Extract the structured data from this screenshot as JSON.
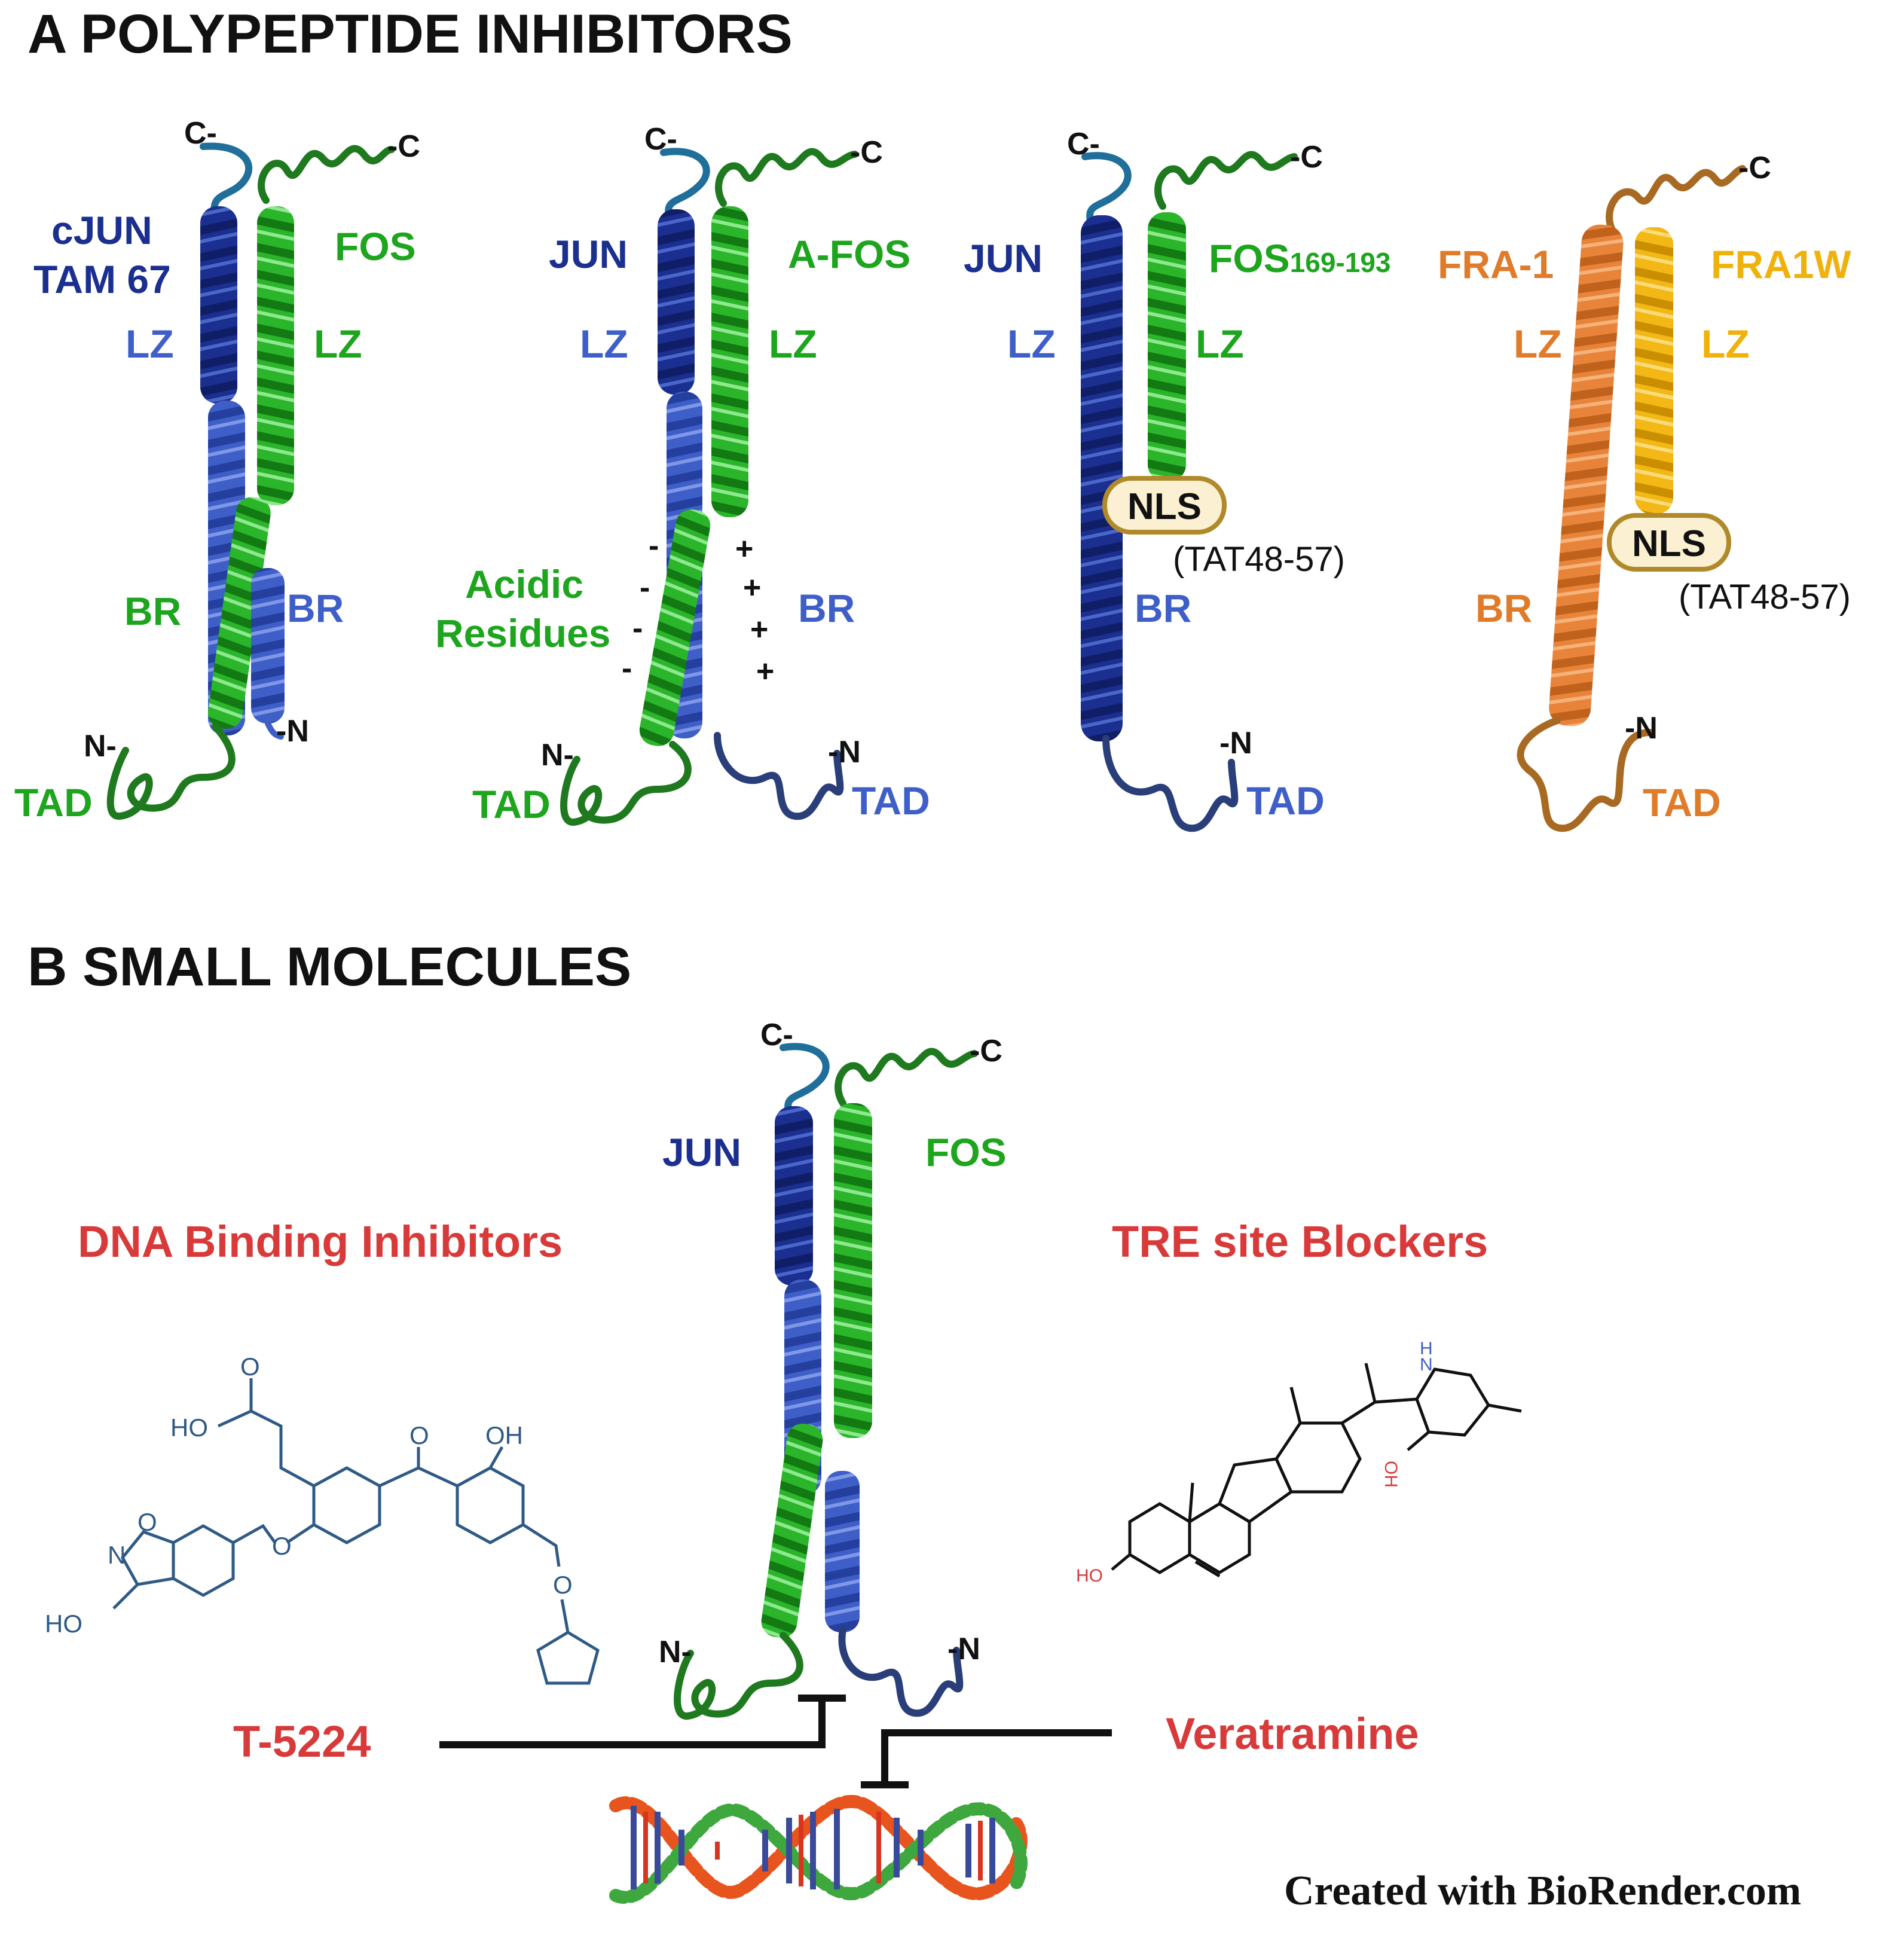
{
  "colors": {
    "jun_dark": "#1a2f8f",
    "jun_light": "#3f5fc8",
    "fos_green": "#1ea51e",
    "fos_light": "#4fd04f",
    "tail_green": "#1f7a1f",
    "tail_blue": "#1f6f9a",
    "navy_tail": "#2a3f7a",
    "orange": "#e07b2a",
    "yellow": "#f0b20a",
    "brown": "#a86a22",
    "red": "#d83a3a",
    "black": "#111111",
    "nls_fill": "#fbf1d2",
    "nls_stroke": "#b08a2a"
  },
  "panel_a": {
    "heading": "A POLYPEPTIDE INHIBITORS",
    "constructs": [
      {
        "c_left": "C-",
        "c_right": "-C",
        "n_left": "N-",
        "n_right": "-N",
        "left_name": "cJUN",
        "left_name2": "TAM 67",
        "right_name": "FOS",
        "lz_left": "LZ",
        "lz_right": "LZ",
        "br_left": "BR",
        "br_right": "BR",
        "tad": "TAD"
      },
      {
        "c_left": "C-",
        "c_right": "-C",
        "n_left": "N-",
        "n_right": "-N",
        "left_name": "JUN",
        "right_name": "A-FOS",
        "lz_left": "LZ",
        "lz_right": "LZ",
        "br_right": "BR",
        "acidic_1": "Acidic",
        "acidic_2": "Residues",
        "minus": "-",
        "plus": "+",
        "tad_left": "TAD",
        "tad_right": "TAD"
      },
      {
        "c_left": "C-",
        "c_right": "-C",
        "n_right": "-N",
        "left_name": "JUN",
        "right_name": "FOS",
        "right_sub": "169-193",
        "lz_left": "LZ",
        "lz_right": "LZ",
        "br_left": "BR",
        "nls": "NLS",
        "tat": "(TAT48-57)",
        "tad": "TAD"
      },
      {
        "c_right": "-C",
        "n_right": "-N",
        "left_name": "FRA-1",
        "right_name": "FRA1W",
        "lz_left": "LZ",
        "lz_right": "LZ",
        "br_left": "BR",
        "nls": "NLS",
        "tat": "(TAT48-57)",
        "tad": "TAD"
      }
    ]
  },
  "panel_b": {
    "heading": "B SMALL MOLECULES",
    "c_left": "C-",
    "c_right": "-C",
    "n_left": "N-",
    "n_right": "-N",
    "jun": "JUN",
    "fos": "FOS",
    "left_category": "DNA Binding Inhibitors",
    "right_category": "TRE site Blockers",
    "left_drug": "T-5224",
    "right_drug": "Veratramine",
    "t5224_atoms": {
      "o1": "O",
      "ho1": "HO",
      "o2": "O",
      "oh": "OH",
      "o_ring": "O",
      "o_ether": "O",
      "o_bridge": "O",
      "n": "N",
      "ho2": "HO"
    },
    "vera_atoms": {
      "nh": "H",
      "n": "N",
      "oh": "OH",
      "ho": "HO"
    }
  },
  "credit": "Created with BioRender.com"
}
